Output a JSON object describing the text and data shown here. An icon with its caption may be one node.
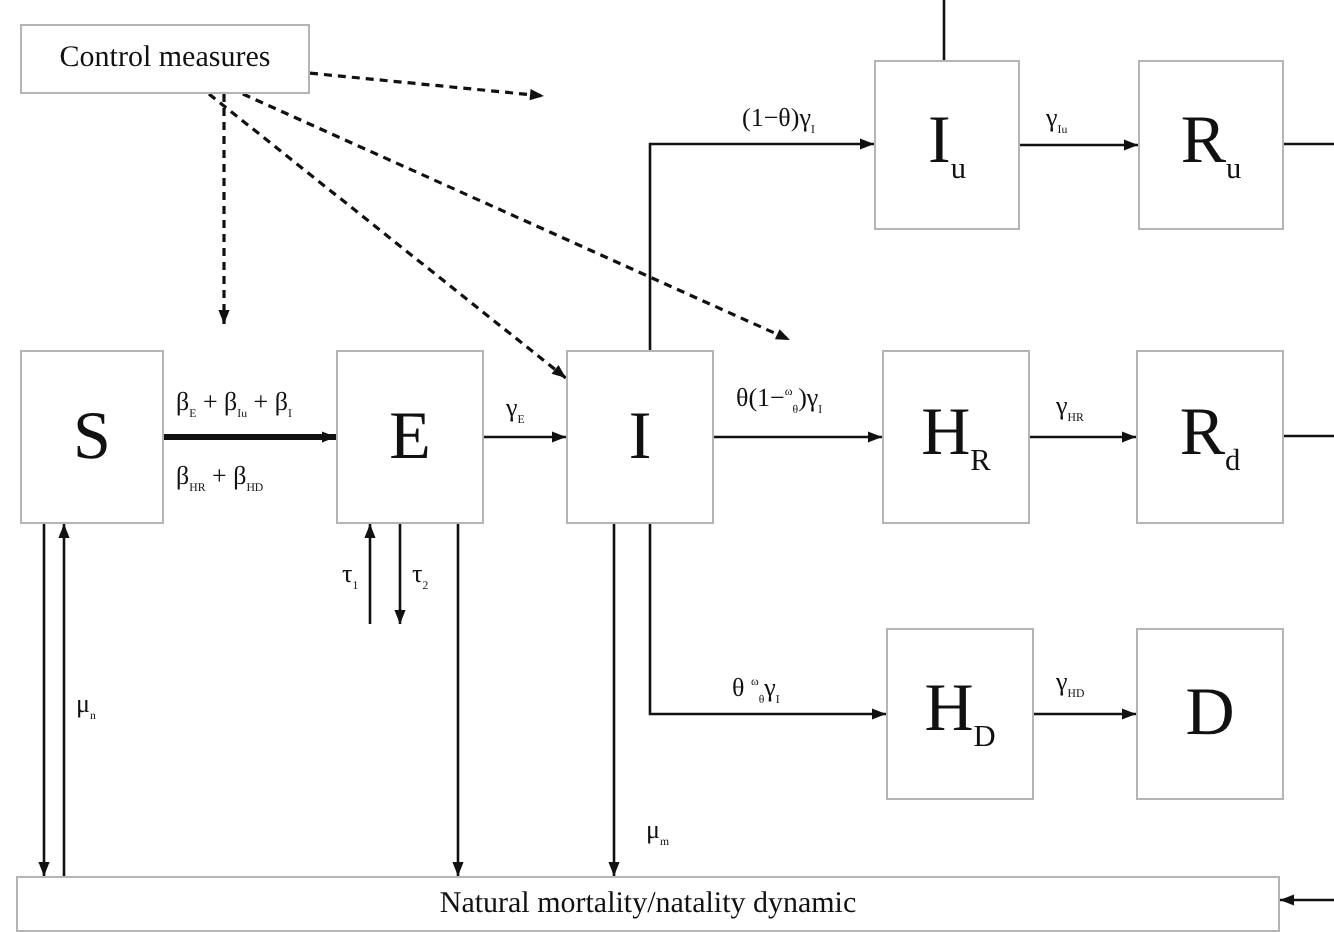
{
  "diagram": {
    "nodes": [
      {
        "text": [
          "Control measures"
        ]
      },
      {
        "text": [
          "S"
        ]
      },
      {
        "text": [
          "E"
        ]
      },
      {
        "text": [
          "I"
        ]
      },
      {
        "text": [
          "I$_{u}$"
        ]
      },
      {
        "text": [
          "R$_{u}$"
        ]
      },
      {
        "text": [
          "H$_{R}$"
        ]
      },
      {
        "text": [
          "R$_{d}$"
        ]
      },
      {
        "text": [
          "H$_{D}$"
        ]
      },
      {
        "text": [
          "D"
        ]
      },
      {
        "text": [
          "Natural mortality/natality dynamic"
        ]
      }
    ],
    "edges": [
      {
        "from": 0,
        "to": null,
        "arrow": "to",
        "style": "dashed"
      },
      {
        "from": 0,
        "to": null,
        "arrow": "to",
        "style": "dashed"
      },
      {
        "from": 0,
        "to": 3,
        "arrow": "to",
        "style": "dashed"
      },
      {
        "from": 0,
        "to": null,
        "arrow": "to",
        "style": "dashed"
      },
      {
        "from": 1,
        "to": 2,
        "arrow": "to",
        "label": "β$_{E}$ + β$_{Iu}$ + β$_{I}$",
        "style": "thick"
      },
      {
        "from": 2,
        "to": 3,
        "arrow": "to",
        "label": "γ$_{E}$"
      },
      {
        "from": 3,
        "to": 4,
        "arrow": "to",
        "label": "(1−θ)γ$_{I}$"
      },
      {
        "from": 3,
        "to": 6,
        "arrow": "to",
        "label": "θ(1−$^{ω}$$_{θ}$)γ$_{I}$"
      },
      {
        "from": 3,
        "to": 8,
        "arrow": "to",
        "label": "θ $^{ω}$$_{θ}$γ$_{I}$"
      },
      {
        "from": 4,
        "to": 5,
        "arrow": "to",
        "label": "γ$_{Iu}$"
      },
      {
        "from": 6,
        "to": 7,
        "arrow": "to",
        "label": "γ$_{HR}$"
      },
      {
        "from": 8,
        "to": 9,
        "arrow": "to",
        "label": "γ$_{HD}$"
      },
      {
        "from": 4,
        "to": null,
        "arrow": "none"
      },
      {
        "from": 5,
        "to": null,
        "arrow": "none"
      },
      {
        "from": 7,
        "to": null,
        "arrow": "none"
      },
      {
        "from": null,
        "to": 10,
        "arrow": "to"
      },
      {
        "from": 1,
        "to": 10,
        "arrow": "to"
      },
      {
        "from": 10,
        "to": 1,
        "arrow": "to",
        "label": "μ$_{n}$"
      },
      {
        "from": null,
        "to": 2,
        "arrow": "to",
        "label": "τ$_{1}$"
      },
      {
        "from": 2,
        "to": null,
        "arrow": "to",
        "label": "τ$_{2}$"
      },
      {
        "from": 2,
        "to": 10,
        "arrow": "to"
      },
      {
        "from": 3,
        "to": 10,
        "arrow": "to",
        "label": "μ$_{m}$"
      }
    ],
    "labels": [
      "β$_{HR}$ + β$_{HD}$"
    ]
  }
}
